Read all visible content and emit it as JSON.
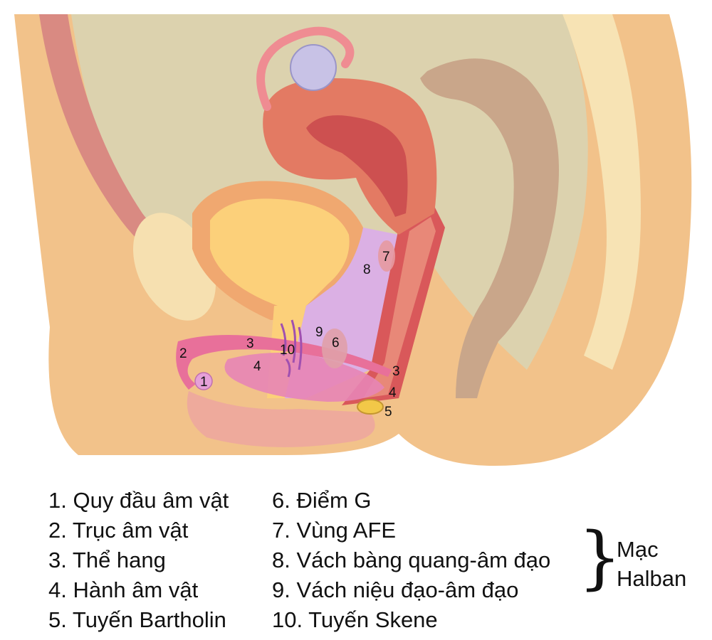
{
  "figure": {
    "numbers": [
      "1",
      "2",
      "3",
      "4",
      "5",
      "6",
      "7",
      "8",
      "9",
      "10"
    ],
    "colors": {
      "skin": "#f2c28a",
      "cavity": "#dcd2ae",
      "uterus": "#e37a63",
      "uterus_inner": "#cd5050",
      "bladder": "#fcd07a",
      "bladder_wall": "#f0a870",
      "rectum": "#c9a68a",
      "pubic_bone": "#f6e0b0",
      "clitoris": "#e8709a",
      "bulb": "#e785b5",
      "septum": "#dbb0e4",
      "ovary": "#c8c2e6"
    }
  },
  "legend": {
    "left": [
      "1. Quy đầu âm vật",
      "2. Trục âm vật",
      "3. Thể hang",
      "4. Hành âm vật",
      "5. Tuyến Bartholin"
    ],
    "right": [
      "6. Điểm G",
      "7. Vùng AFE",
      "8. Vách bàng quang-âm đạo",
      "9. Vách niệu đạo-âm đạo",
      "10. Tuyến Skene"
    ],
    "brace_symbol": "}",
    "group_label_line1": "Mạc",
    "group_label_line2": "Halban"
  }
}
